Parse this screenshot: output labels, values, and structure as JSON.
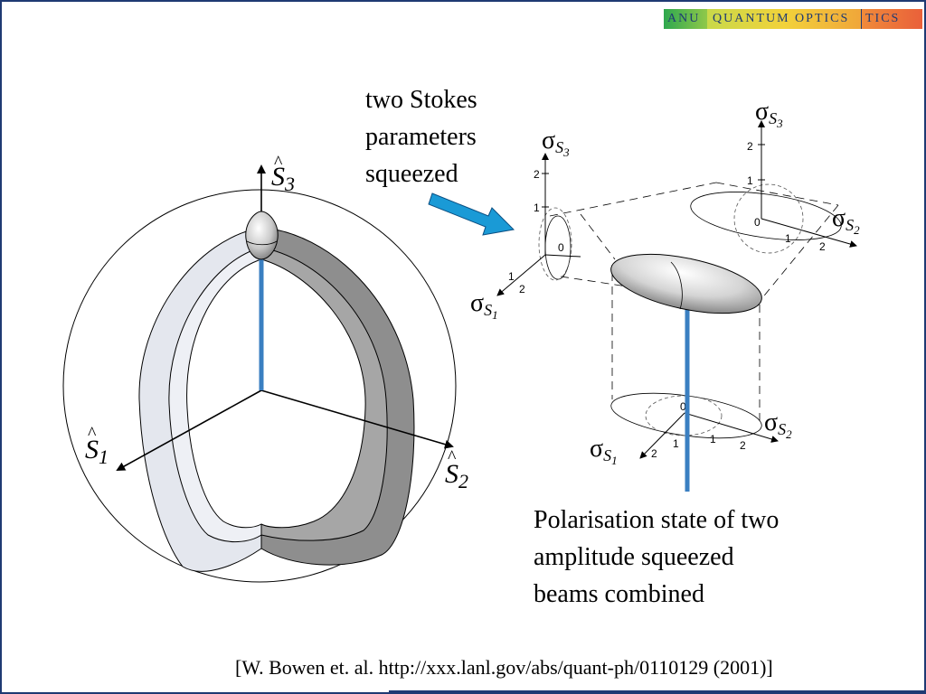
{
  "logo": {
    "segments": [
      "ANU",
      "QUANTUM OPTICS",
      "TICS"
    ]
  },
  "caption_stokes": {
    "lines": [
      "two Stokes",
      "parameters",
      "squeezed"
    ]
  },
  "caption_state": {
    "lines": [
      "Polarisation state of two",
      "amplitude squeezed",
      "beams combined"
    ]
  },
  "citation": "[W. Bowen et. al. http://xxx.lanl.gov/abs/quant-ph/0110129 (2001)]",
  "sphere_axes": {
    "s1": "S",
    "s1_sub": "1",
    "s2": "S",
    "s2_sub": "2",
    "s3": "S",
    "s3_sub": "3"
  },
  "projection_axes": {
    "sigma": "σ",
    "s": "S",
    "sub1": "1",
    "sub2": "2",
    "sub3": "3"
  },
  "tick_labels": {
    "zero": "0",
    "one": "1",
    "two": "2"
  },
  "colors": {
    "beam": "#3a7fc1",
    "arrow": "#1a9ad6",
    "border": "#1f3a73",
    "light_band": "#e4e7ee",
    "dark_band": "#8e8e8e"
  }
}
